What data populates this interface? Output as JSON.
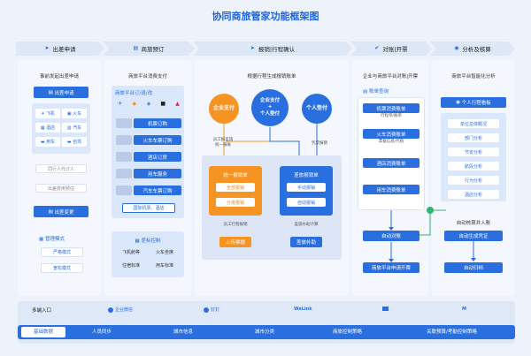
{
  "title": "协同商旅管家功能框架图",
  "columns": [
    "出差申请",
    "商旅预订",
    "报销|行程确认",
    "对账|开票",
    "分析及核算"
  ],
  "col1": {
    "subtitle": "事前发起出差申请",
    "apply": "出差申请",
    "items": [
      "飞机",
      "火车",
      "酒店",
      "汽车",
      "用车",
      "自驾"
    ],
    "tags": [
      "同行人代订人",
      "出差费用预估"
    ],
    "change": "出差变更",
    "mode_title": "管理模式",
    "modes": [
      "严格模式",
      "宽松模式"
    ]
  },
  "col2": {
    "subtitle": "商旅平台消费支付",
    "platform": "商旅平台订/退/改",
    "items": [
      "机票订购",
      "火车车票订购",
      "酒店订房",
      "用车服务",
      "汽车车票订购"
    ],
    "intl": "国际机票、酒店",
    "ctrl_title": "差标控制",
    "ctrl": [
      "飞机舱等",
      "火车坐席",
      "住宿标准",
      "用车标准"
    ]
  },
  "col3": {
    "subtitle": "根据行程生成报销账单",
    "pay": [
      "企业支付",
      "企业支付\n+\n个人垫付",
      "个人垫付"
    ],
    "note_left": "员工报差旅\n统一报账",
    "note_right": "凭票报销",
    "left_title": "统一报销单",
    "left_items": [
      "全部报销",
      "分批报销"
    ],
    "right_title": "差旅报销单",
    "right_items": [
      "手动报销",
      "自动报销"
    ],
    "left_note": "员工行程报销",
    "right_note": "差旅补助计算",
    "left_btn": "上传票据",
    "right_btn": "差旅补助"
  },
  "col4": {
    "subtitle": "企业与商旅平台对账|开票",
    "query": "账单查询",
    "bills": [
      {
        "name": "机票消费账单",
        "sub": "行程单/账单"
      },
      {
        "name": "火车消费账单",
        "sub": "票据信息/代购"
      },
      {
        "name": "酒店消费账单",
        "sub": ""
      },
      {
        "name": "用车消费账单",
        "sub": ""
      }
    ],
    "auto": "自动对账",
    "invoice": "商旅平台申请开票"
  },
  "col5": {
    "subtitle": "商旅平台智能化分析",
    "dash": "个人行程看板",
    "items": [
      "单位总体概况",
      "部门分析",
      "节省分析",
      "航段分析",
      "行为分析",
      "酒店分析"
    ],
    "acct": "自动核算并入账",
    "voucher": "自动生成凭证",
    "archive": "自动归档"
  },
  "bottom": {
    "label": "多端入口",
    "entries": [
      "企业微信",
      "钉钉",
      "WeLink",
      "",
      "",
      ""
    ],
    "bar": [
      "基础数据",
      "人员同步",
      "城市信息",
      "城市分类",
      "商旅控制策略",
      "关联预算/考勤控制策略"
    ]
  },
  "colors": {
    "blue": "#2a6fe0",
    "orange": "#f69423",
    "green": "#2fb46f"
  }
}
